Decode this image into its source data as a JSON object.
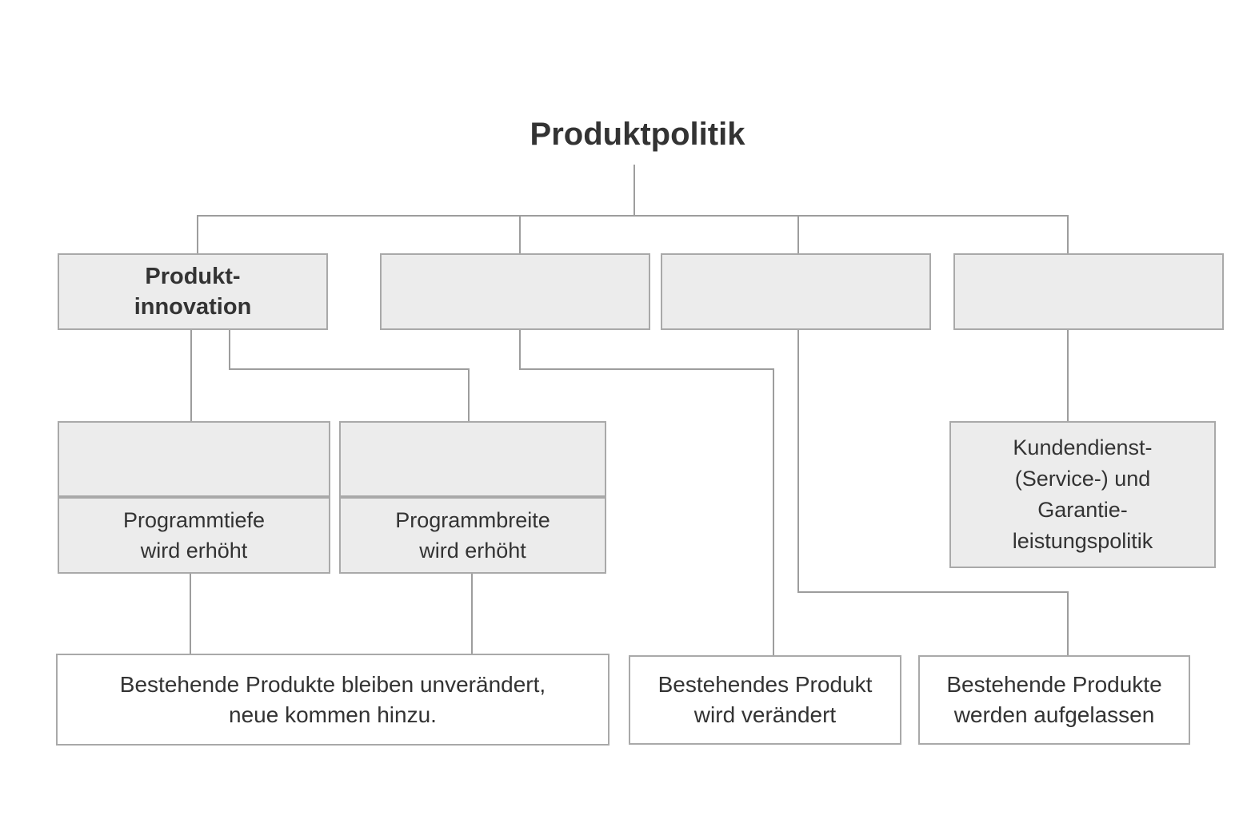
{
  "diagram": {
    "title": "Produktpolitik",
    "nodes": {
      "produkt_innovation": {
        "label": "Produkt-\ninnovation"
      },
      "blank_top_2": {
        "label": ""
      },
      "blank_top_3": {
        "label": ""
      },
      "blank_top_4": {
        "label": ""
      },
      "blank_mid_left": {
        "label": ""
      },
      "programmtiefe": {
        "label": "Programmtiefe\nwird erhöht"
      },
      "blank_mid_right": {
        "label": ""
      },
      "programmbreite": {
        "label": "Programmbreite\nwird erhöht"
      },
      "kundendienst": {
        "label": "Kundendienst-\n(Service-) und\nGarantie-\nleistungspolitik"
      },
      "bestehende_bleiben": {
        "label": "Bestehende Produkte bleiben unverändert,\nneue kommen hinzu."
      },
      "bestehendes_veraendert": {
        "label": "Bestehendes Produkt\nwird verändert"
      },
      "bestehende_aufgelassen": {
        "label": "Bestehende Produkte\nwerden aufgelassen"
      }
    },
    "colors": {
      "background": "#ffffff",
      "box_fill": "#ececec",
      "box_border": "#a9a9a9",
      "connector": "#9d9d9d",
      "text": "#333333"
    }
  }
}
